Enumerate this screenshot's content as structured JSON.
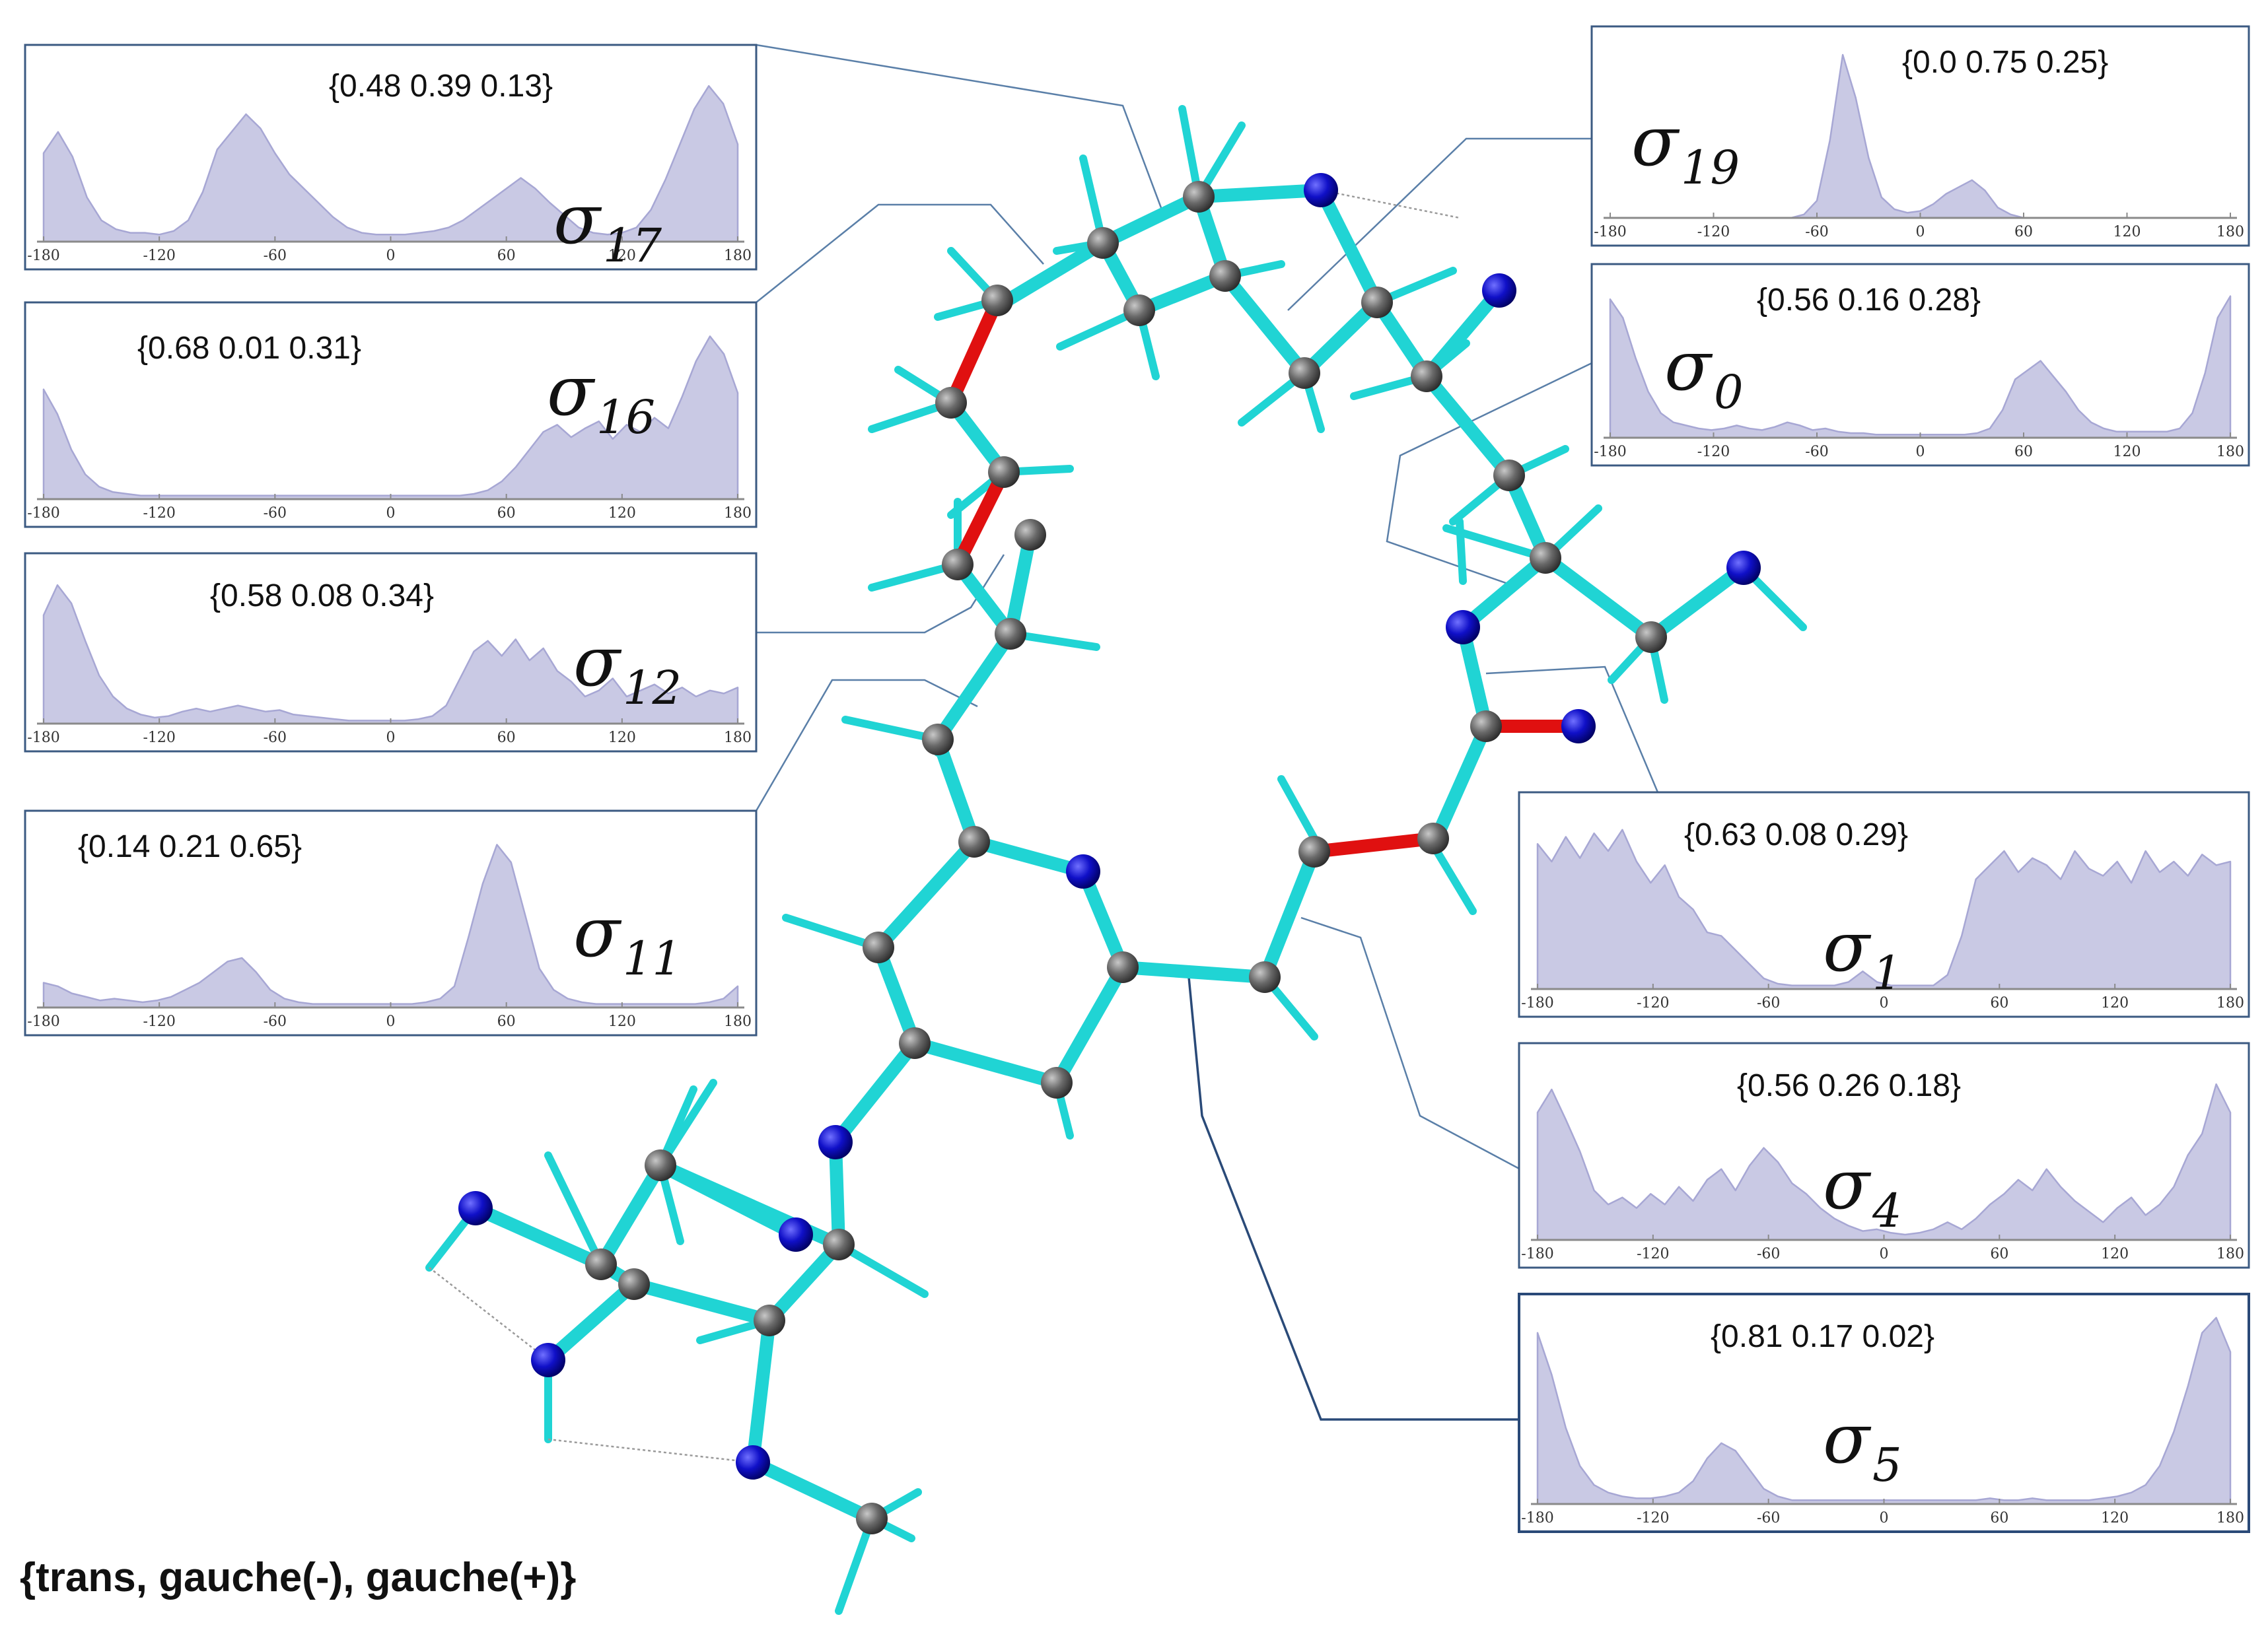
{
  "legend": "{trans, gauche(-), gauche(+)}",
  "x_ticks": [
    "-180",
    "-120",
    "-60",
    "0",
    "60",
    "120",
    "180"
  ],
  "panels": [
    {
      "id": "s17",
      "sigma": "σ",
      "sub": "17",
      "probs": "{0.48 0.39 0.13}",
      "profile": [
        0.5,
        0.62,
        0.48,
        0.25,
        0.12,
        0.07,
        0.05,
        0.05,
        0.04,
        0.06,
        0.12,
        0.28,
        0.52,
        0.62,
        0.72,
        0.64,
        0.5,
        0.38,
        0.3,
        0.22,
        0.14,
        0.08,
        0.05,
        0.04,
        0.04,
        0.04,
        0.05,
        0.06,
        0.08,
        0.12,
        0.18,
        0.24,
        0.3,
        0.36,
        0.3,
        0.22,
        0.15,
        0.08,
        0.05,
        0.04,
        0.05,
        0.08,
        0.18,
        0.35,
        0.55,
        0.75,
        0.88,
        0.78,
        0.55
      ]
    },
    {
      "id": "s16",
      "sigma": "σ",
      "sub": "16",
      "probs": "{0.68 0.01 0.31}",
      "profile": [
        0.62,
        0.48,
        0.28,
        0.14,
        0.07,
        0.04,
        0.03,
        0.02,
        0.02,
        0.02,
        0.02,
        0.02,
        0.02,
        0.02,
        0.02,
        0.02,
        0.02,
        0.02,
        0.02,
        0.02,
        0.02,
        0.02,
        0.02,
        0.02,
        0.02,
        0.02,
        0.02,
        0.02,
        0.02,
        0.02,
        0.02,
        0.03,
        0.05,
        0.1,
        0.18,
        0.28,
        0.38,
        0.42,
        0.35,
        0.4,
        0.44,
        0.34,
        0.42,
        0.38,
        0.46,
        0.4,
        0.58,
        0.78,
        0.92,
        0.82,
        0.6
      ]
    },
    {
      "id": "s12",
      "sigma": "σ",
      "sub": "12",
      "probs": "{0.58 0.08 0.34}",
      "profile": [
        0.72,
        0.92,
        0.8,
        0.55,
        0.32,
        0.18,
        0.1,
        0.06,
        0.04,
        0.05,
        0.08,
        0.1,
        0.08,
        0.1,
        0.12,
        0.1,
        0.08,
        0.09,
        0.06,
        0.05,
        0.04,
        0.03,
        0.02,
        0.02,
        0.02,
        0.02,
        0.02,
        0.03,
        0.05,
        0.12,
        0.3,
        0.48,
        0.55,
        0.45,
        0.56,
        0.42,
        0.5,
        0.35,
        0.28,
        0.18,
        0.22,
        0.3,
        0.18,
        0.22,
        0.26,
        0.2,
        0.24,
        0.18,
        0.22,
        0.2,
        0.24
      ]
    },
    {
      "id": "s11",
      "sigma": "σ",
      "sub": "11",
      "probs": "{0.14 0.21 0.65}",
      "profile": [
        0.14,
        0.12,
        0.08,
        0.06,
        0.04,
        0.05,
        0.04,
        0.03,
        0.04,
        0.06,
        0.1,
        0.14,
        0.2,
        0.26,
        0.28,
        0.2,
        0.1,
        0.05,
        0.03,
        0.02,
        0.02,
        0.02,
        0.02,
        0.02,
        0.02,
        0.02,
        0.02,
        0.03,
        0.05,
        0.12,
        0.4,
        0.7,
        0.92,
        0.82,
        0.52,
        0.22,
        0.1,
        0.05,
        0.03,
        0.02,
        0.02,
        0.02,
        0.02,
        0.02,
        0.02,
        0.02,
        0.02,
        0.03,
        0.05,
        0.12
      ]
    },
    {
      "id": "s19",
      "sigma": "σ",
      "sub": "19",
      "probs": "{0.0 0.75 0.25}",
      "profile": [
        0.0,
        0.0,
        0.0,
        0.0,
        0.0,
        0.0,
        0.0,
        0.0,
        0.0,
        0.0,
        0.0,
        0.0,
        0.0,
        0.0,
        0.0,
        0.02,
        0.1,
        0.45,
        0.95,
        0.7,
        0.35,
        0.12,
        0.05,
        0.03,
        0.04,
        0.08,
        0.14,
        0.18,
        0.22,
        0.16,
        0.06,
        0.02,
        0.0,
        0.0,
        0.0,
        0.0,
        0.0,
        0.0,
        0.0,
        0.0,
        0.0,
        0.0,
        0.0,
        0.0,
        0.0,
        0.0,
        0.0,
        0.0,
        0.0
      ]
    },
    {
      "id": "s0",
      "sigma": "σ",
      "sub": "0",
      "probs": "{0.56 0.16 0.28}",
      "profile": [
        0.9,
        0.78,
        0.52,
        0.3,
        0.16,
        0.1,
        0.08,
        0.06,
        0.05,
        0.06,
        0.08,
        0.06,
        0.05,
        0.07,
        0.1,
        0.08,
        0.05,
        0.06,
        0.04,
        0.03,
        0.03,
        0.02,
        0.02,
        0.02,
        0.02,
        0.02,
        0.02,
        0.02,
        0.02,
        0.03,
        0.06,
        0.18,
        0.38,
        0.44,
        0.5,
        0.4,
        0.3,
        0.18,
        0.1,
        0.06,
        0.04,
        0.04,
        0.04,
        0.04,
        0.04,
        0.06,
        0.16,
        0.42,
        0.78,
        0.92
      ]
    },
    {
      "id": "s1",
      "sigma": "σ",
      "sub": "1",
      "probs": "{0.63 0.08 0.29}",
      "profile": [
        0.82,
        0.72,
        0.86,
        0.74,
        0.88,
        0.78,
        0.9,
        0.72,
        0.6,
        0.7,
        0.52,
        0.45,
        0.32,
        0.3,
        0.22,
        0.14,
        0.06,
        0.03,
        0.02,
        0.02,
        0.02,
        0.02,
        0.04,
        0.1,
        0.04,
        0.02,
        0.02,
        0.02,
        0.02,
        0.08,
        0.3,
        0.62,
        0.7,
        0.78,
        0.66,
        0.74,
        0.7,
        0.62,
        0.78,
        0.68,
        0.64,
        0.72,
        0.6,
        0.78,
        0.66,
        0.72,
        0.64,
        0.76,
        0.7,
        0.72
      ]
    },
    {
      "id": "s4",
      "sigma": "σ",
      "sub": "4",
      "probs": "{0.56 0.26 0.18}",
      "profile": [
        0.72,
        0.85,
        0.68,
        0.5,
        0.28,
        0.2,
        0.24,
        0.18,
        0.26,
        0.2,
        0.3,
        0.22,
        0.34,
        0.4,
        0.28,
        0.42,
        0.52,
        0.44,
        0.32,
        0.26,
        0.18,
        0.12,
        0.08,
        0.05,
        0.06,
        0.04,
        0.03,
        0.04,
        0.06,
        0.1,
        0.06,
        0.12,
        0.2,
        0.26,
        0.34,
        0.28,
        0.4,
        0.3,
        0.22,
        0.16,
        0.1,
        0.18,
        0.24,
        0.14,
        0.2,
        0.3,
        0.48,
        0.6,
        0.88,
        0.72
      ]
    },
    {
      "id": "s5",
      "sigma": "σ",
      "sub": "5",
      "probs": "{0.81 0.17 0.02}",
      "profile": [
        0.9,
        0.68,
        0.4,
        0.2,
        0.1,
        0.06,
        0.04,
        0.03,
        0.03,
        0.04,
        0.06,
        0.12,
        0.24,
        0.32,
        0.28,
        0.18,
        0.08,
        0.04,
        0.02,
        0.02,
        0.02,
        0.02,
        0.02,
        0.02,
        0.02,
        0.02,
        0.02,
        0.02,
        0.02,
        0.02,
        0.02,
        0.02,
        0.03,
        0.02,
        0.02,
        0.03,
        0.02,
        0.02,
        0.02,
        0.02,
        0.03,
        0.04,
        0.06,
        0.1,
        0.2,
        0.38,
        0.62,
        0.9,
        0.98,
        0.8
      ]
    }
  ],
  "colors": {
    "carbon": "#6a6a6a",
    "nitrogen": "#1010c8",
    "oxygen_bond": "#e01010",
    "bond": "#20d4d4",
    "histogram": "#c9c9e4"
  }
}
